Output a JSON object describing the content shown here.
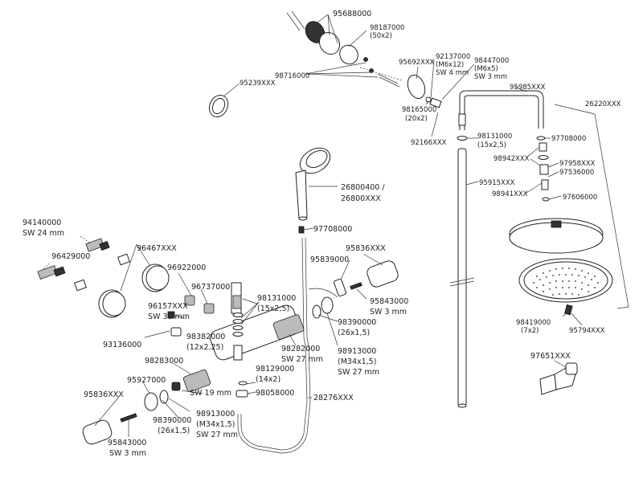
{
  "labels": {
    "p95688000": "95688000",
    "p98187000a": "98187000",
    "p98187000b": "(50x2)",
    "p92137000a": "92137000",
    "p92137000b": "(M6x12)",
    "p92137000c": "SW 4 mm",
    "p98447000a": "98447000",
    "p98447000b": "(M6x5)",
    "p98447000c": "SW 3 mm",
    "p95692": "95692XXX",
    "p98716000": "98716000",
    "p95239": "95239XXX",
    "p98165000a": "98165000",
    "p98165000b": "(20x2)",
    "p92166": "92166XXX",
    "p95985": "95985XXX",
    "p26220": "26220XXX",
    "p98131000a": "98131000",
    "p98131000b": "(15x2,5)",
    "p97708000r": "97708000",
    "p98942": "98942XXX",
    "p97958": "97958XXX",
    "p97536000": "97536000",
    "p95915": "95915XXX",
    "p98941": "98941XXX",
    "p97606000": "97606000",
    "p26800a": "26800400 /",
    "p26800b": "26800XXX",
    "p97708000l": "97708000",
    "p94140000a": "94140000",
    "p94140000b": "SW 24 mm",
    "p96467": "96467XXX",
    "p96429000": "96429000",
    "p96922000": "96922000",
    "p95836top": "95836XXX",
    "p95839000": "95839000",
    "p96737000": "96737000",
    "p95843000ra": "95843000",
    "p95843000rb": "SW 3 mm",
    "p96157a": "96157XXX",
    "p96157b": "SW 30 mm",
    "p98131000la": "98131000",
    "p98131000lb": "(15x2,5)",
    "p98390000ra": "98390000",
    "p98390000rb": "(26x1,5)",
    "p98382000a": "98382000",
    "p98382000b": "(12x2,25)",
    "p93136000": "93136000",
    "p98282000a": "98282000",
    "p98282000b": "SW 27 mm",
    "p98913000ra": "98913000",
    "p98913000rb": "(M34x1,5)",
    "p98913000rc": "SW 27 mm",
    "p98283000": "98283000",
    "p98129000a": "98129000",
    "p98129000b": "(14x2)",
    "p95927000": "95927000",
    "p98058000": "98058000",
    "p98419000a": "98419000",
    "p98419000b": "(7x2)",
    "p95794": "95794XXX",
    "p97651": "97651XXX",
    "p95836bot": "95836XXX",
    "pSW19": "SW 19 mm",
    "p98913000la": "98913000",
    "p98913000lb": "(M34x1,5)",
    "p98913000lc": "SW 27 mm",
    "p98390000la": "98390000",
    "p98390000lb": "(26x1,5)",
    "p28276": "28276XXX",
    "p95843000la": "95843000",
    "p95843000lb": "SW 3 mm"
  }
}
